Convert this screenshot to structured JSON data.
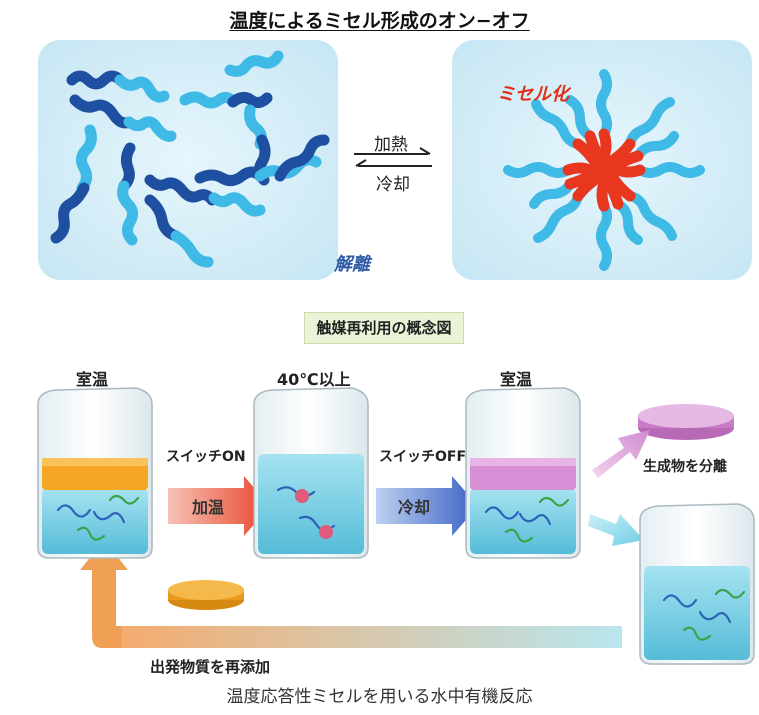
{
  "title": "温度によるミセル形成のオン−オフ",
  "top_panel": {
    "micelle_label": "ミセル化",
    "dissociation_label": "解離",
    "heat_label": "加熱",
    "cool_label": "冷却"
  },
  "concept_title": "触媒再利用の概念図",
  "beakers": [
    {
      "label": "室温"
    },
    {
      "label": "40℃以上"
    },
    {
      "label": "室温"
    }
  ],
  "arrows": {
    "switch_on": "スイッチON",
    "warming": "加温",
    "switch_off": "スイッチOFF",
    "cooling": "冷却"
  },
  "product_separation": "生成物を分離",
  "re_add_starting": "出発物質を再添加",
  "caption": "温度応答性ミセルを用いる水中有機反応",
  "colors": {
    "panel_bg": "#d3ecf7",
    "chain_dark": "#1f4fa0",
    "chain_light": "#3fb9e6",
    "micelle_core": "#e8361f",
    "micelle_text": "#e0301c",
    "dissociation_text": "#2f5ba8",
    "orange_layer": "#f5a623",
    "pink_layer": "#d98fd6",
    "water": "#8fd6ec",
    "arrow_red": "#e8452b",
    "arrow_blue": "#3a62c4",
    "return_arrow": "#f0a055"
  }
}
